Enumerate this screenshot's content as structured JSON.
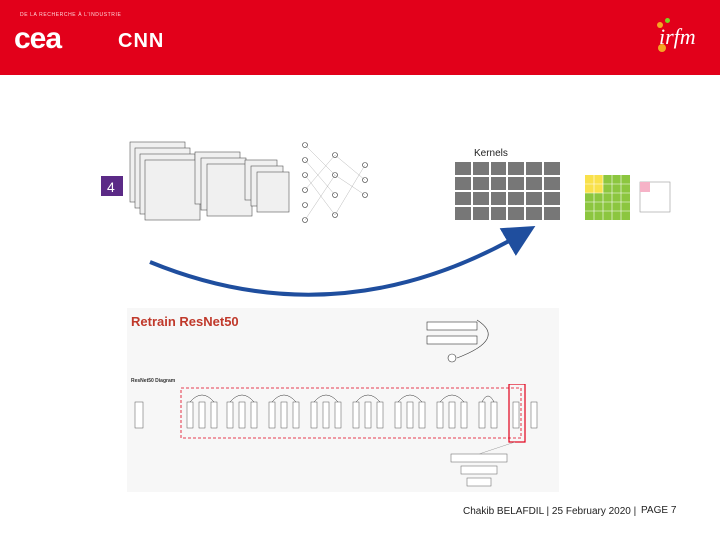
{
  "header": {
    "tagline": "DE LA RECHERCHE À L'INDUSTRIE",
    "logo_text": "cea",
    "title": "CNN",
    "partner_logo_text": "irfm"
  },
  "kernels_label": "Kernels",
  "resnet": {
    "title": "Retrain ResNet50",
    "diagram_label": "ResNet50 Diagram"
  },
  "footer": {
    "credit": "Chakib BELAFDIL | 25 February 2020 |",
    "page": "PAGE 7"
  },
  "colors": {
    "brand_red": "#e2001a",
    "arrow_blue": "#1f4e9e",
    "resnet_red": "#c0392b"
  }
}
